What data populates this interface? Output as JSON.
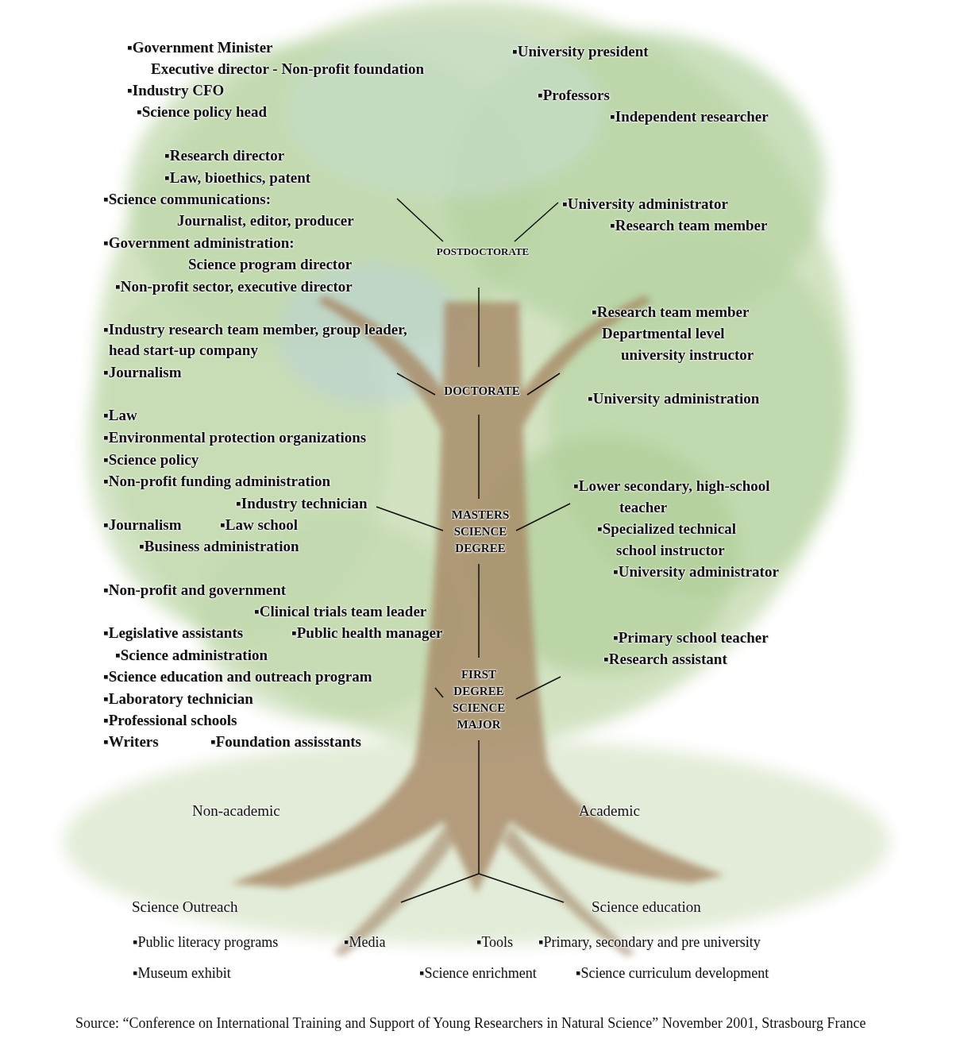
{
  "diagram": {
    "caption": "Source: “Conference on International Training and Support of Young Researchers in Natural Science” November 2001, Strasbourg France",
    "labels": [
      "▪Government Minister",
      "Executive director - Non-profit foundation",
      "▪Industry CFO",
      "▪Science policy head",
      "▪University president",
      "▪Professors",
      "▪Independent researcher",
      "▪Research director",
      "▪Law, bioethics, patent",
      "▪Science communications:",
      "Journalist, editor, producer",
      "▪Government administration:",
      "Science program director",
      "▪Non-profit sector, executive director",
      "▪University administrator",
      "▪Research team member",
      "POSTDOCTORATE",
      "▪Industry research team member, group leader,",
      "head start-up company",
      "▪Journalism",
      "▪Research team member",
      "Departmental level",
      "university instructor",
      "DOCTORATE",
      "▪University administration",
      "▪Law",
      "▪Environmental protection organizations",
      "▪Science policy",
      "▪Non-profit funding administration",
      "▪Industry technician",
      "▪Journalism",
      "▪Law school",
      "▪Business administration",
      "MASTERS SCIENCE DEGREE",
      "▪Lower secondary, high-school",
      "teacher",
      "▪Specialized technical",
      "school instructor",
      "▪University administrator",
      "▪Non-profit and government",
      "▪Clinical trials team leader",
      "▪Legislative assistants",
      "▪Public health manager",
      "▪Science administration",
      "▪Science education and outreach program",
      "▪Laboratory technician",
      "▪Professional schools",
      "▪Writers",
      "▪Foundation assisstants",
      "▪Primary school teacher",
      "▪Research assistant",
      "FIRST DEGREE SCIENCE MAJOR",
      "Non-academic",
      "Academic",
      "Science Outreach",
      "Science education",
      "▪Public literacy programs",
      "▪Media",
      "▪Tools",
      "▪Primary, secondary and pre university",
      "▪Museum exhibit",
      "▪Science enrichment",
      "▪Science curriculum development"
    ]
  }
}
